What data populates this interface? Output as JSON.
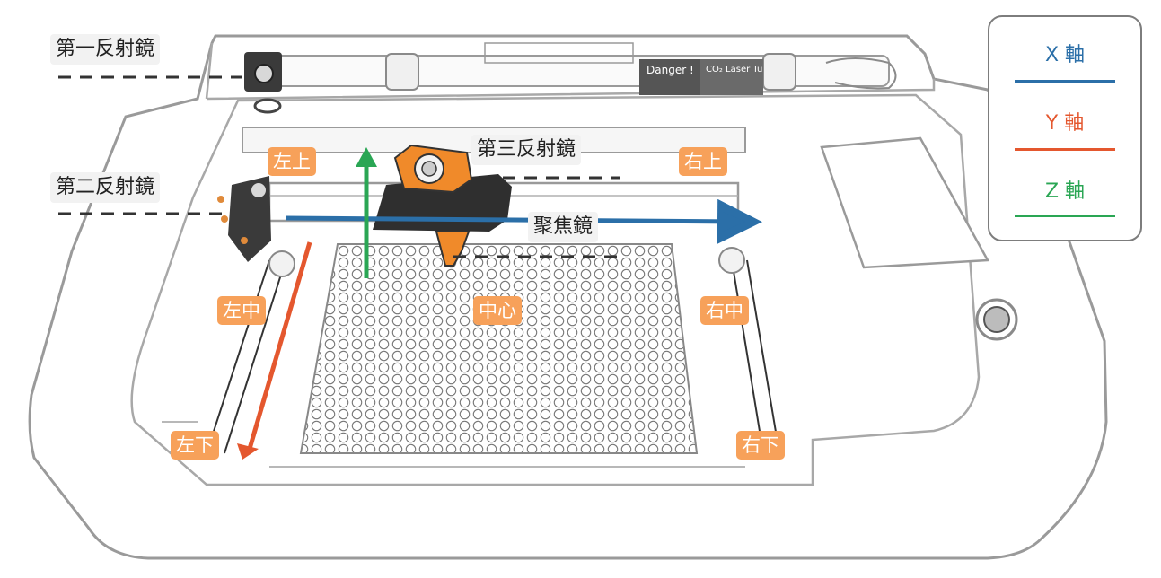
{
  "legend": {
    "items": [
      {
        "label": "X 軸",
        "color": "#2b6fa8"
      },
      {
        "label": "Y 軸",
        "color": "#e4572e"
      },
      {
        "label": "Z 軸",
        "color": "#2aa654"
      }
    ]
  },
  "callouts": {
    "mirror1": "第一反射鏡",
    "mirror2": "第二反射鏡",
    "mirror3": "第三反射鏡",
    "focus_lens": "聚焦鏡"
  },
  "positions": {
    "top_left": "左上",
    "top_right": "右上",
    "mid_left": "左中",
    "center": "中心",
    "mid_right": "右中",
    "bottom_left": "左下",
    "bottom_right": "右下"
  },
  "laser_tube": {
    "warning": "Danger !",
    "label": "CO₂ Laser Tu"
  },
  "colors": {
    "tag_bg": "#f7a15a",
    "x_axis": "#2b6fa8",
    "y_axis": "#e4572e",
    "z_axis": "#2aa654",
    "outline": "#9a9a9a"
  }
}
